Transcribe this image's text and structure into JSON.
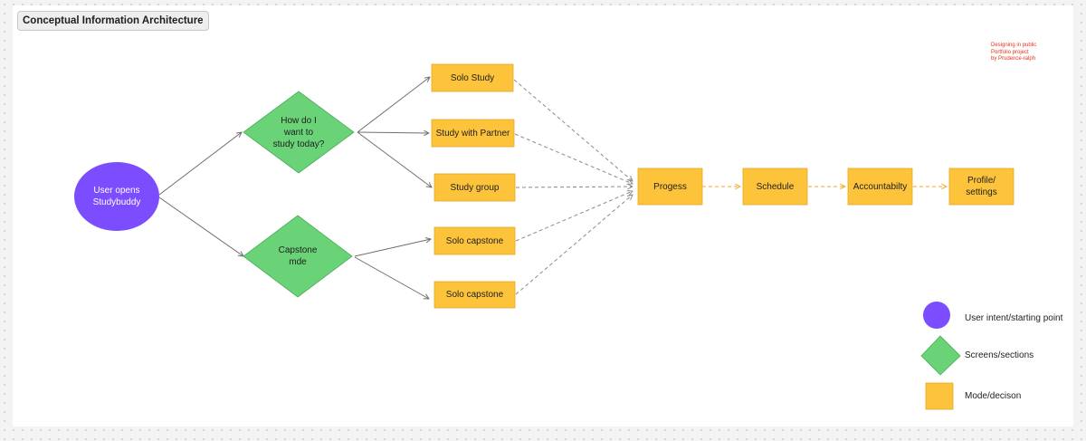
{
  "title": "Conceptual Information Architecture",
  "note_lines": [
    "Designing in public",
    "Portfolio project",
    "by Prudence-ralph"
  ],
  "start_node": {
    "label": "User opens\nStudybuddy"
  },
  "decisions": [
    {
      "label": "How do I\nwant to\nstudy today?"
    },
    {
      "label": "Capstone\nmde"
    }
  ],
  "modes": [
    {
      "label": "Solo Study"
    },
    {
      "label": "Study with Partner"
    },
    {
      "label": "Study group"
    },
    {
      "label": "Solo capstone"
    },
    {
      "label": "Solo capstone"
    }
  ],
  "screens": [
    {
      "label": "Progess"
    },
    {
      "label": "Schedule"
    },
    {
      "label": "Accountabilty"
    },
    {
      "label": "Profile/\nsettings"
    }
  ],
  "legend": [
    {
      "shape": "circle",
      "label": "User intent/starting point"
    },
    {
      "shape": "diamond",
      "label": "Screens/sections"
    },
    {
      "shape": "square",
      "label": "Mode/decison"
    }
  ],
  "colors": {
    "start": "#7c4dff",
    "decision": "#6ad277",
    "mode": "#fdc43b",
    "arrow": "#6f6f6f",
    "dashed_arrow": "#8a8a8a",
    "flow_arrow": "#f5a623",
    "note": "#e8321d"
  }
}
